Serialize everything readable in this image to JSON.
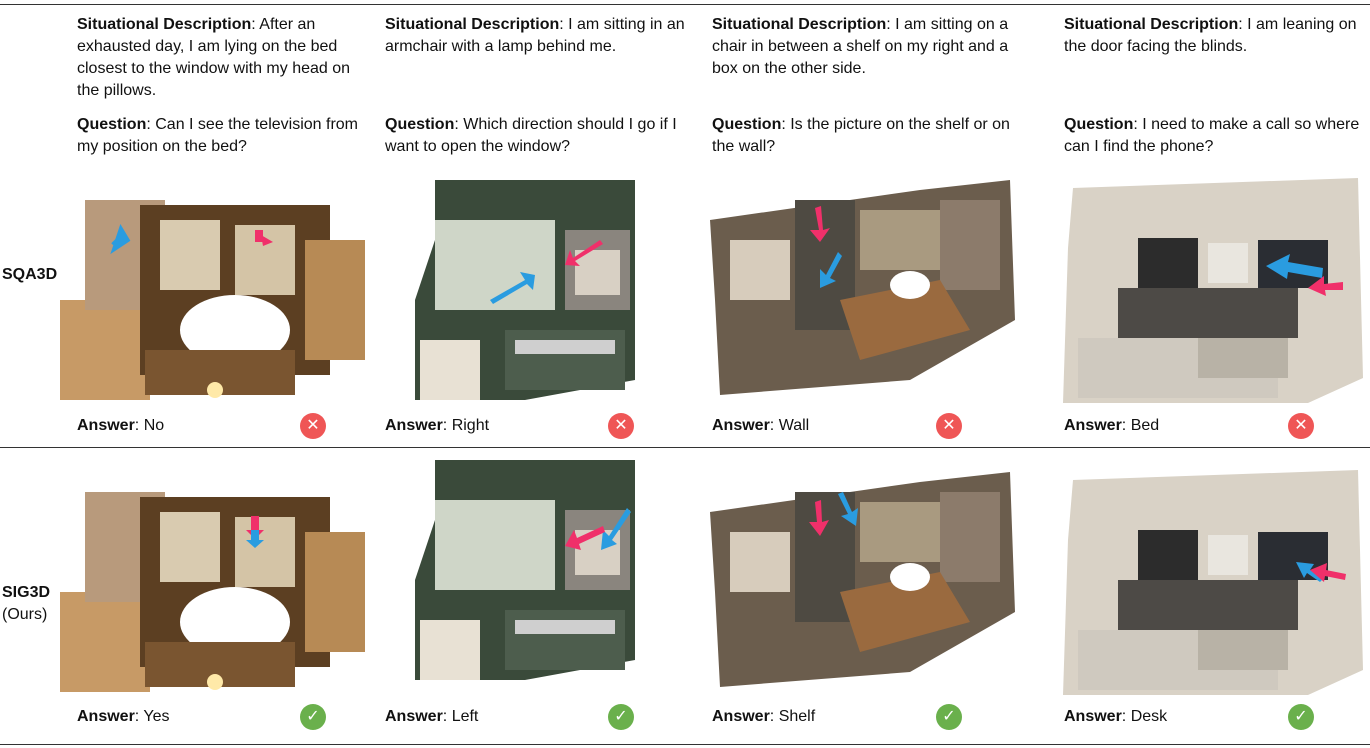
{
  "row_labels": {
    "top": {
      "method": "SQA3D",
      "suffix": ""
    },
    "bottom": {
      "method": "SIG3D",
      "suffix": "(Ours)"
    }
  },
  "label_text": {
    "situation": "Situational Description",
    "question": "Question",
    "answer": "Answer"
  },
  "columns": [
    {
      "situation": "After an exhausted day, I am lying on the bed closest to the window with my head on the pillows.",
      "question": "Can I see the television from my position on the bed?",
      "sqa3d_answer": "No",
      "sqa3d_correct": false,
      "sig3d_answer": "Yes",
      "sig3d_correct": true
    },
    {
      "situation": "I am sitting in an armchair with a lamp behind me.",
      "question": "Which direction should I go if I want to open the window?",
      "sqa3d_answer": "Right",
      "sqa3d_correct": false,
      "sig3d_answer": "Left",
      "sig3d_correct": true
    },
    {
      "situation": "I am sitting on a chair in between a shelf on my right and a box on the other side.",
      "question": "Is the picture on the shelf or on the wall?",
      "sqa3d_answer": "Wall",
      "sqa3d_correct": false,
      "sig3d_answer": "Shelf",
      "sig3d_correct": true
    },
    {
      "situation": "I am leaning on the door facing the blinds.",
      "question": "I need to make a call so where can I find the phone?",
      "sqa3d_answer": "Bed",
      "sqa3d_correct": false,
      "sig3d_answer": "Desk",
      "sig3d_correct": true
    }
  ],
  "icons": {
    "wrong": {
      "name": "x-circle-icon",
      "glyph": "✕",
      "color": "#ef5656"
    },
    "correct": {
      "name": "check-circle-icon",
      "glyph": "✓",
      "color": "#6ab04c"
    }
  },
  "colors": {
    "pink_arrow": "#f0306a",
    "blue_arrow": "#2a9ce0"
  }
}
